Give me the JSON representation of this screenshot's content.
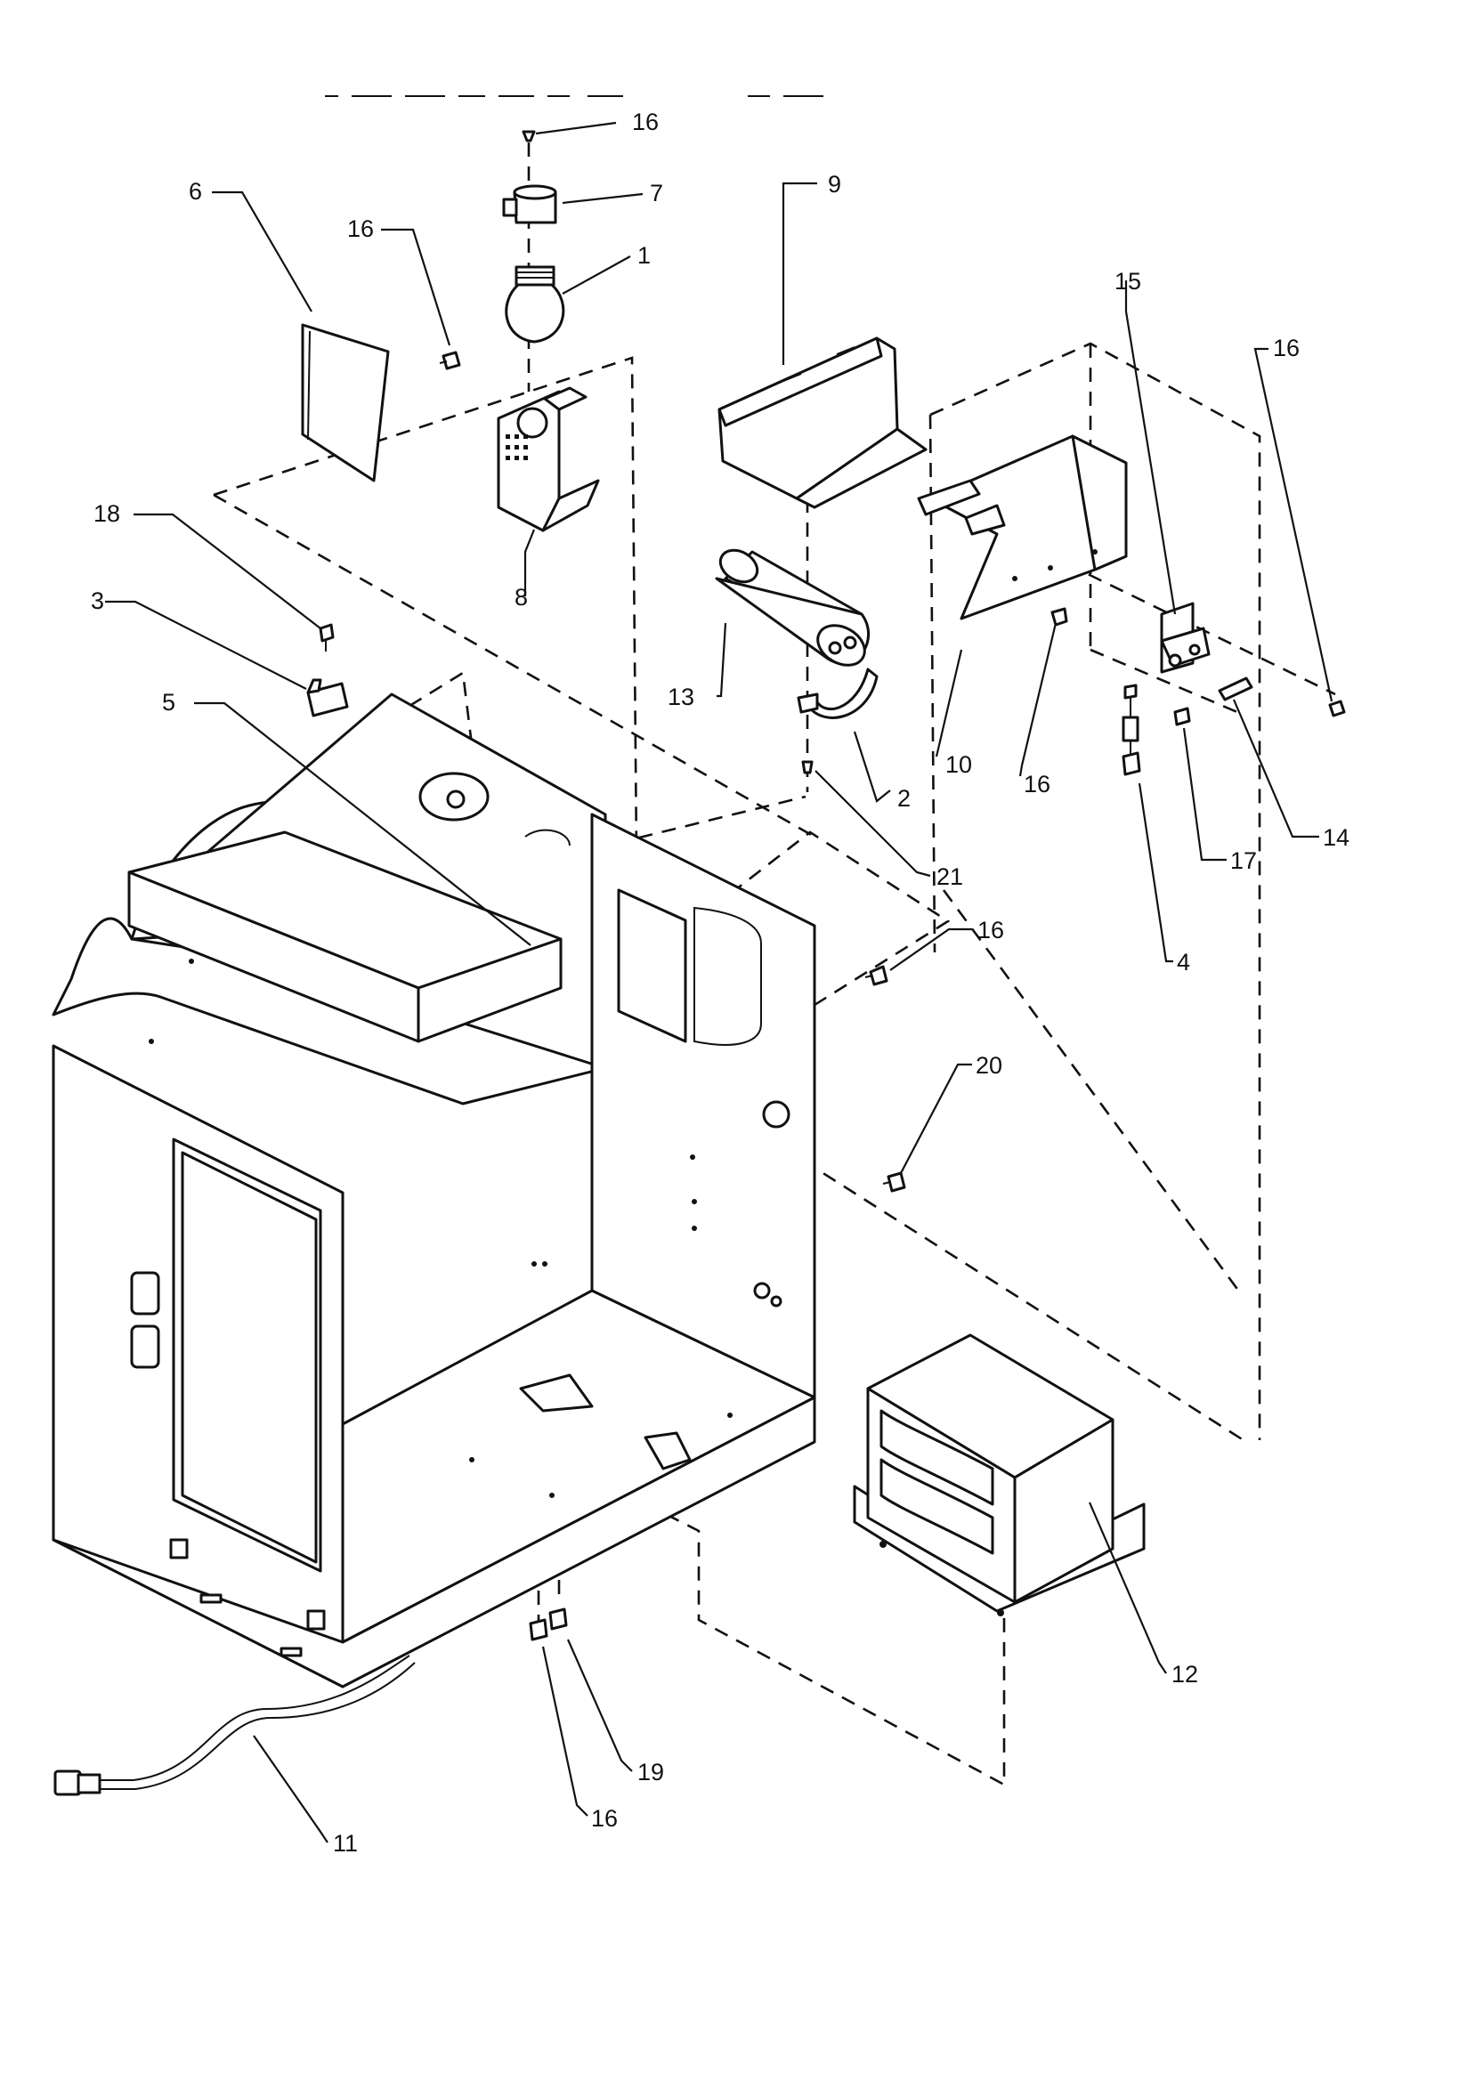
{
  "diagram": {
    "callouts": [
      {
        "id": "c1",
        "text": "1"
      },
      {
        "id": "c2",
        "text": "2"
      },
      {
        "id": "c3",
        "text": "3"
      },
      {
        "id": "c4",
        "text": "4"
      },
      {
        "id": "c5",
        "text": "5"
      },
      {
        "id": "c6",
        "text": "6"
      },
      {
        "id": "c7",
        "text": "7"
      },
      {
        "id": "c8",
        "text": "8"
      },
      {
        "id": "c9",
        "text": "9"
      },
      {
        "id": "c10",
        "text": "10"
      },
      {
        "id": "c11",
        "text": "11"
      },
      {
        "id": "c12",
        "text": "12"
      },
      {
        "id": "c13",
        "text": "13"
      },
      {
        "id": "c14",
        "text": "14"
      },
      {
        "id": "c15",
        "text": "15"
      },
      {
        "id": "c16a",
        "text": "16"
      },
      {
        "id": "c16b",
        "text": "16"
      },
      {
        "id": "c16c",
        "text": "16"
      },
      {
        "id": "c16d",
        "text": "16"
      },
      {
        "id": "c16e",
        "text": "16"
      },
      {
        "id": "c16f",
        "text": "16"
      },
      {
        "id": "c17",
        "text": "17"
      },
      {
        "id": "c18",
        "text": "18"
      },
      {
        "id": "c19",
        "text": "19"
      },
      {
        "id": "c20",
        "text": "20"
      },
      {
        "id": "c21",
        "text": "21"
      }
    ]
  }
}
